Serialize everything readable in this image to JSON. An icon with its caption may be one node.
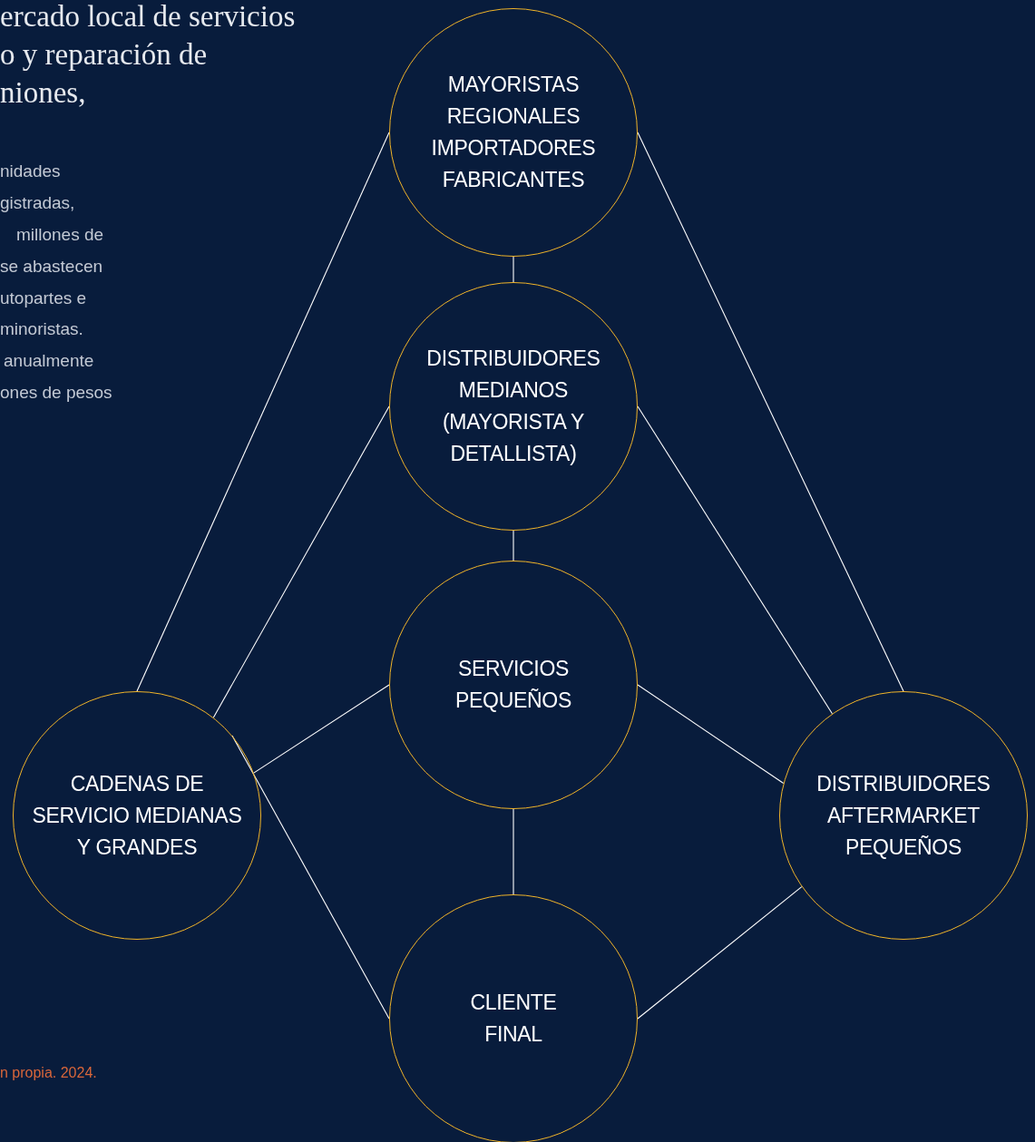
{
  "diagram": {
    "nodes": [
      {
        "text": [
          "MAYORISTAS",
          "REGIONALES",
          "IMPORTADORES",
          "FABRICANTES"
        ]
      },
      {
        "text": [
          "DISTRIBUIDORES MEDIANOS (MAYORISTA Y DETALLISTA)"
        ]
      },
      {
        "text": [
          "SERVICIOS PEQUEÑOS"
        ]
      },
      {
        "text": [
          "CADENAS DE SERVICIO MEDIANAS Y GRANDES"
        ]
      },
      {
        "text": [
          "DISTRIBUIDORES AFTERMARKET PEQUEÑOS"
        ]
      },
      {
        "text": [
          "CLIENTE FINAL"
        ]
      }
    ],
    "edges": [
      {
        "from": 0,
        "to": 1,
        "arrow": "none"
      },
      {
        "from": 1,
        "to": 2,
        "arrow": "none"
      },
      {
        "from": 2,
        "to": 5,
        "arrow": "none"
      },
      {
        "from": 0,
        "to": 3,
        "arrow": "none"
      },
      {
        "from": 0,
        "to": 4,
        "arrow": "none"
      },
      {
        "from": 1,
        "to": 3,
        "arrow": "none"
      },
      {
        "from": 1,
        "to": 4,
        "arrow": "none"
      },
      {
        "from": 2,
        "to": 3,
        "arrow": "none"
      },
      {
        "from": 2,
        "to": 4,
        "arrow": "none"
      },
      {
        "from": 3,
        "to": 5,
        "arrow": "none"
      },
      {
        "from": 4,
        "to": 5,
        "arrow": "none"
      }
    ],
    "labels": [
      "ercado local de servicios",
      "o y reparación de",
      "niones,",
      "nidades",
      "gistradas,",
      "millones de",
      "se abastecen",
      "utopartes e",
      "minoristas.",
      "anualmente",
      "ones de pesos",
      "n propia. 2024."
    ]
  }
}
